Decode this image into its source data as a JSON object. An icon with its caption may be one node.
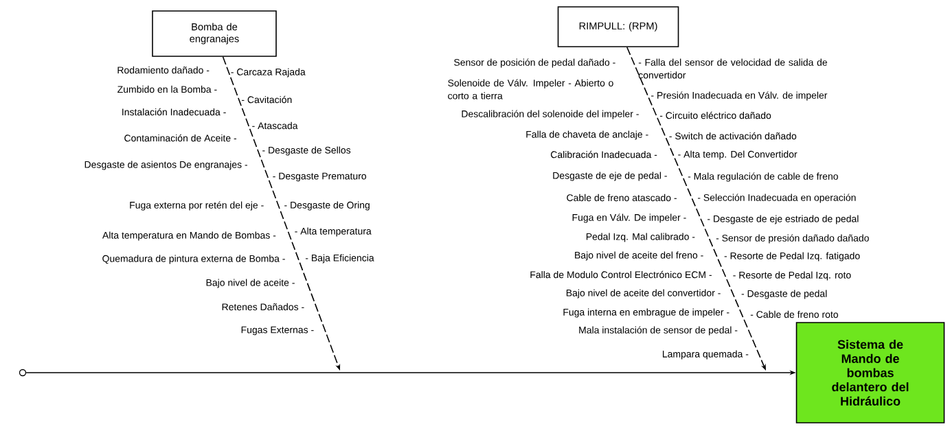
{
  "diagram": {
    "nodes": [
      {
        "text": [
          "Bomba de engranajes"
        ]
      },
      {
        "text": [
          "RIMPULL: (RPM)"
        ]
      },
      {
        "text": [
          "Sistema de Mando de bombas delantero del Hidráulico"
        ]
      },
      {
        "text": [],
        "shape": "circle"
      }
    ],
    "edges": [
      {
        "from": 3,
        "to": 2,
        "arrow": "to"
      },
      {
        "from": 0,
        "to": null,
        "arrow": "to",
        "style": "dashed"
      },
      {
        "from": 1,
        "to": null,
        "arrow": "to",
        "style": "dashed"
      }
    ],
    "labels": [
      "Rodamiento dañado -",
      "Zumbido en la Bomba -",
      "Instalación Inadecuada -",
      "Contaminación de Aceite -",
      "Desgaste de asientos De engranajes -",
      "Fuga externa por retén del eje -",
      "Alta temperatura en Mando de Bombas -",
      "Quemadura de pintura externa de Bomba -",
      "Bajo nivel de aceite -",
      "Retenes Dañados -",
      "Fugas Externas -",
      "- Carcaza Rajada",
      "- Cavitación",
      "- Atascada",
      "- Desgaste de Sellos",
      "- Desgaste Prematuro",
      "- Desgaste de Oring",
      "- Alta temperatura",
      "- Baja Eficiencia",
      "Sensor de posición de pedal dañado -",
      "Solenoide de Válv. Impeler - Abierto o corto a tierra",
      "Descalibración del solenoide del impeler -",
      "Falla de chaveta de anclaje -",
      "Calibración Inadecuada -",
      "Desgaste de eje de pedal -",
      "Cable de freno atascado -",
      "Fuga en Válv. De impeler -",
      "Pedal Izq. Mal calibrado -",
      "Bajo nivel de aceite del freno -",
      "Falla de Modulo Control Electrónico ECM -",
      "Bajo nivel de aceite del convertidor -",
      "Fuga interna en embrague de impeler -",
      "Mala instalación de sensor de pedal -",
      "Lampara quemada -",
      "- Falla del sensor de velocidad de salida de convertidor",
      "- Presión Inadecuada en Válv. de impeler",
      "- Circuito eléctrico dañado",
      "- Switch de activación dañado",
      "- Alta temp. Del Convertidor",
      "- Mala regulación de cable de freno",
      "- Selección Inadecuada en operación",
      "- Desgaste de eje estriado de pedal",
      "- Sensor de presión dañado dañado",
      "- Resorte de Pedal Izq. fatigado",
      "- Resorte de Pedal Izq. roto",
      "- Desgaste de pedal",
      "- Cable de freno roto"
    ]
  }
}
